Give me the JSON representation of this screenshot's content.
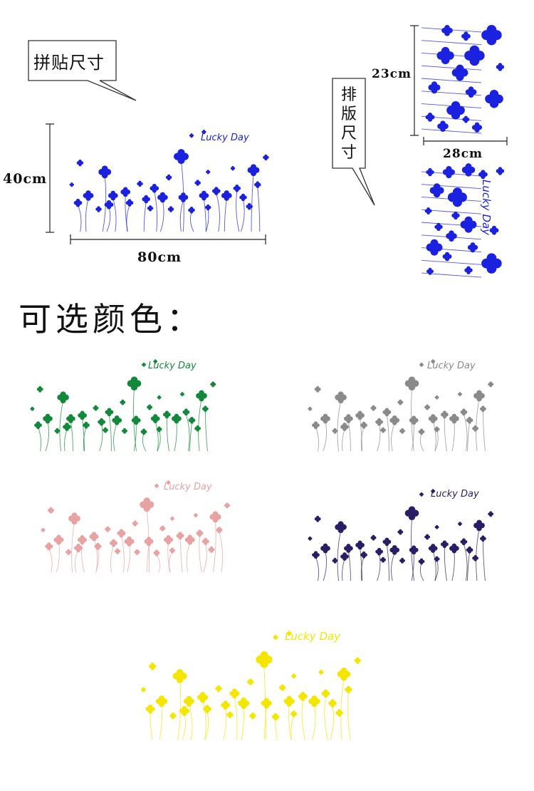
{
  "callouts": {
    "paste_size": "拼贴尺寸",
    "layout_size_chars": [
      "排",
      "版",
      "尺",
      "寸"
    ]
  },
  "dimensions": {
    "paste_height": "40cm",
    "paste_width": "80cm",
    "layout_height": "23cm",
    "layout_width": "28cm"
  },
  "sticker_text": "Lucky Day",
  "colors_title": "可选颜色：",
  "colors": {
    "preview": "#1a22e0",
    "green": "#12893a",
    "gray": "#8a8a8a",
    "pink": "#e8a2a2",
    "navy": "#2a1d66",
    "yellow": "#f4e600"
  }
}
